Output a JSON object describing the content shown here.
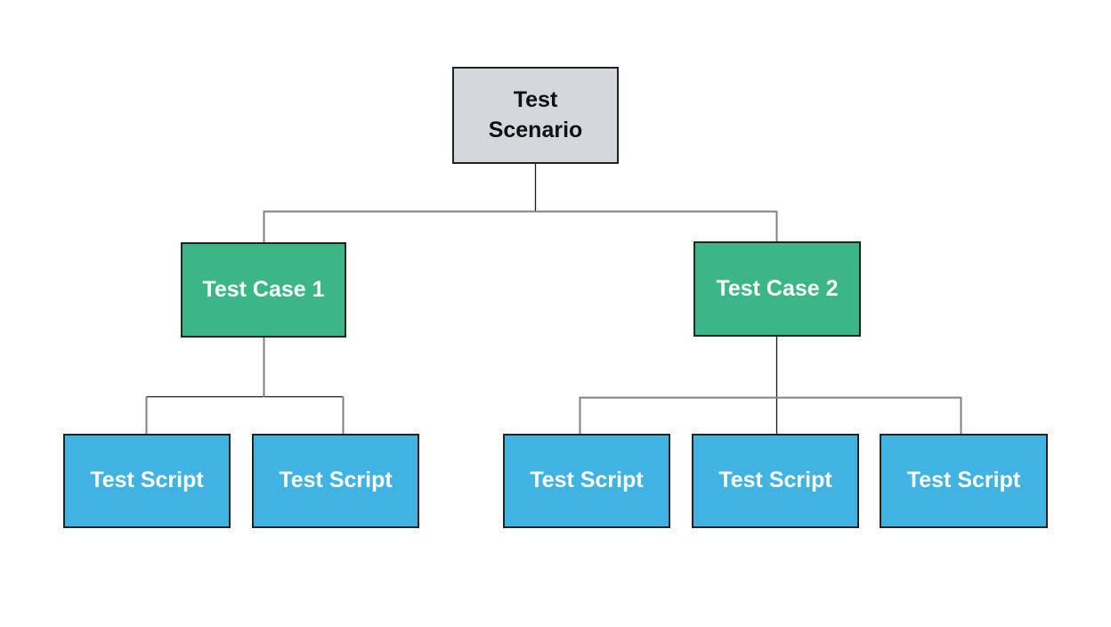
{
  "diagram": {
    "nodes": {
      "scenario": {
        "label": "Test Scenario"
      },
      "case1": {
        "label": "Test Case 1"
      },
      "case2": {
        "label": "Test Case 2"
      },
      "script1": {
        "label": "Test Script"
      },
      "script2": {
        "label": "Test Script"
      },
      "script3": {
        "label": "Test Script"
      },
      "script4": {
        "label": "Test Script"
      },
      "script5": {
        "label": "Test Script"
      }
    },
    "colors": {
      "background": "#ffffff",
      "scenario_fill": "#d4d7db",
      "case_fill": "#3cb687",
      "script_fill": "#40b3e3",
      "node_border": "#222222",
      "connector_gray": "#808080",
      "connector_dark": "#1a1a1a",
      "scenario_text": "#111111",
      "node_text": "#fcfefe"
    }
  }
}
